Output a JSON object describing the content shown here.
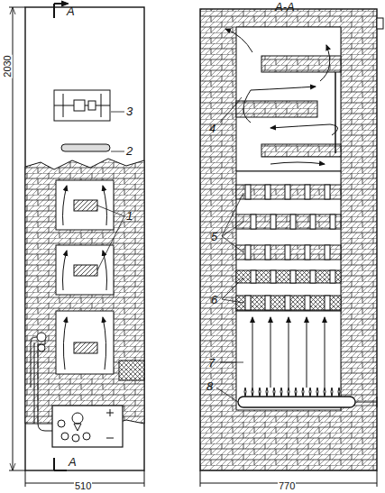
{
  "diagram": {
    "labels": [
      "A",
      "A",
      "A-A",
      "2030",
      "510",
      "770",
      "1",
      "2",
      "3",
      "4",
      "5",
      "6",
      "7",
      "8"
    ]
  }
}
